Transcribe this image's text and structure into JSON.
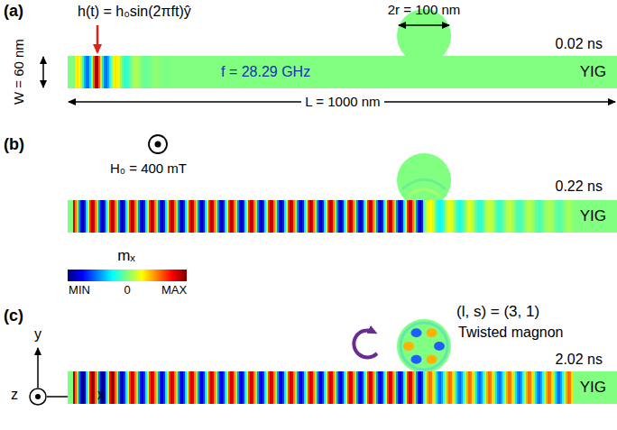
{
  "diagram": {
    "nodes": [
      {
        "text": [
          "YIG"
        ]
      },
      {
        "text": [
          "YIG"
        ]
      },
      {
        "text": [
          "YIG"
        ]
      }
    ],
    "labels": [
      "(a)",
      "h(t) = h₀sin(2πft)ŷ",
      "2r = 100 nm",
      "0.02 ns",
      "W = 60 nm",
      "f = 28.29 GHz",
      "L = 1000 nm",
      "H₀ = 400 mT",
      "(b)",
      "0.22 ns",
      "mₓ",
      "MIN",
      "0",
      "MAX",
      "(c)",
      "(l, s) = (3, 1)",
      "Twisted magnon",
      "2.02 ns",
      "y",
      "z",
      "x"
    ]
  }
}
